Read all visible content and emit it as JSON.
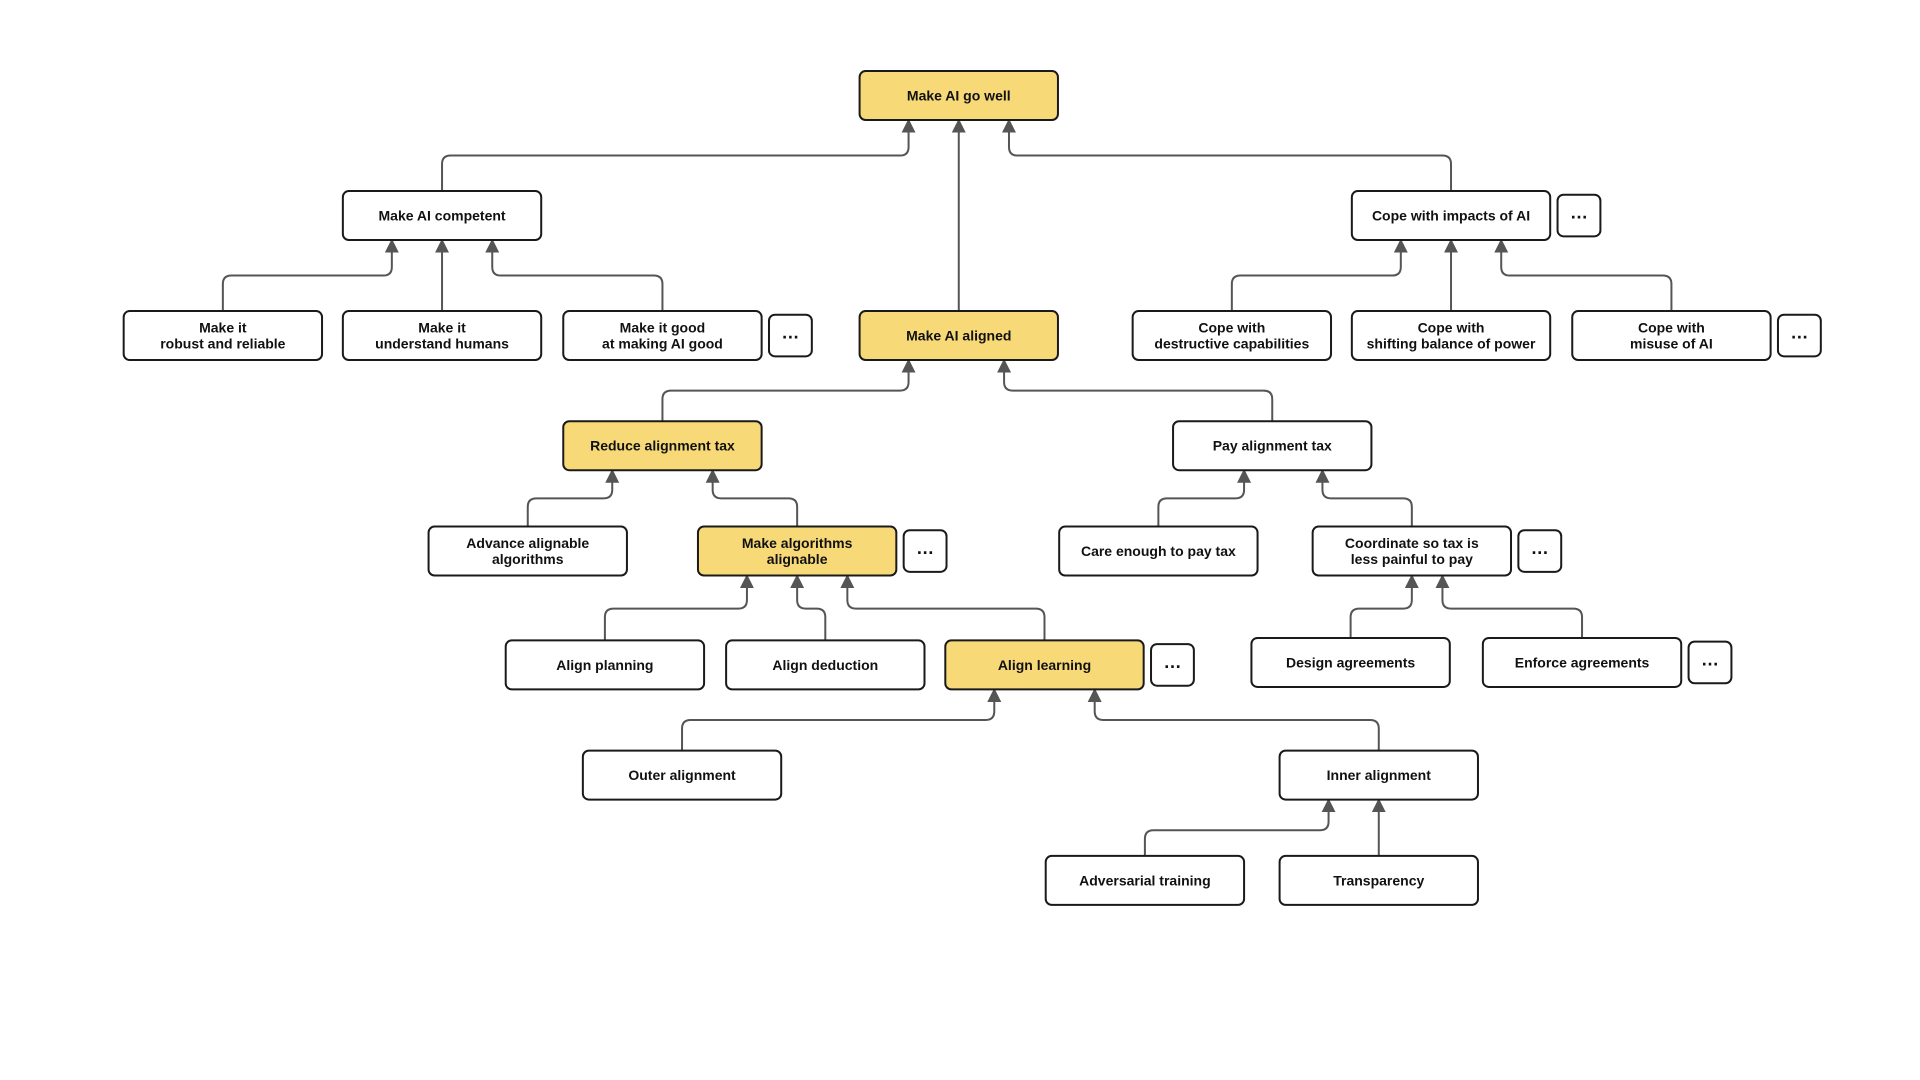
{
  "colors": {
    "highlight": "#f8d978",
    "node": "#ffffff",
    "border": "#1a1a1a",
    "edge": "#555555"
  },
  "more_label": "…",
  "nodes": {
    "root": {
      "lines": [
        "Make AI go well"
      ],
      "highlight": true
    },
    "competent": {
      "lines": [
        "Make AI competent"
      ],
      "highlight": false
    },
    "aligned": {
      "lines": [
        "Make AI aligned"
      ],
      "highlight": true
    },
    "impacts": {
      "lines": [
        "Cope with impacts of AI"
      ],
      "highlight": false,
      "more": true
    },
    "robust": {
      "lines": [
        "Make it",
        "robust and reliable"
      ],
      "highlight": false
    },
    "understand": {
      "lines": [
        "Make it",
        "understand humans"
      ],
      "highlight": false
    },
    "goodat": {
      "lines": [
        "Make it good",
        "at making AI good"
      ],
      "highlight": false,
      "more": true
    },
    "destructive": {
      "lines": [
        "Cope with",
        "destructive capabilities"
      ],
      "highlight": false
    },
    "shifting": {
      "lines": [
        "Cope with",
        "shifting balance of power"
      ],
      "highlight": false
    },
    "misuse": {
      "lines": [
        "Cope with",
        "misuse of AI"
      ],
      "highlight": false,
      "more": true
    },
    "reduce": {
      "lines": [
        "Reduce alignment tax"
      ],
      "highlight": true
    },
    "pay": {
      "lines": [
        "Pay alignment tax"
      ],
      "highlight": false
    },
    "advance": {
      "lines": [
        "Advance alignable",
        "algorithms"
      ],
      "highlight": false
    },
    "makealg": {
      "lines": [
        "Make algorithms",
        "alignable"
      ],
      "highlight": true,
      "more": true
    },
    "care": {
      "lines": [
        "Care enough to pay tax"
      ],
      "highlight": false
    },
    "coordinate": {
      "lines": [
        "Coordinate so tax is",
        "less painful to pay"
      ],
      "highlight": false,
      "more": true
    },
    "planning": {
      "lines": [
        "Align planning"
      ],
      "highlight": false
    },
    "deduction": {
      "lines": [
        "Align deduction"
      ],
      "highlight": false
    },
    "learning": {
      "lines": [
        "Align learning"
      ],
      "highlight": true,
      "more": true
    },
    "design": {
      "lines": [
        "Design agreements"
      ],
      "highlight": false
    },
    "enforce": {
      "lines": [
        "Enforce agreements"
      ],
      "highlight": false,
      "more": true
    },
    "outer": {
      "lines": [
        "Outer alignment"
      ],
      "highlight": false
    },
    "inner": {
      "lines": [
        "Inner alignment"
      ],
      "highlight": false
    },
    "adversarial": {
      "lines": [
        "Adversarial training"
      ],
      "highlight": false
    },
    "transparency": {
      "lines": [
        "Transparency"
      ],
      "highlight": false
    }
  },
  "edges": [
    {
      "from": "competent",
      "to": "root"
    },
    {
      "from": "aligned",
      "to": "root"
    },
    {
      "from": "impacts",
      "to": "root"
    },
    {
      "from": "robust",
      "to": "competent"
    },
    {
      "from": "understand",
      "to": "competent"
    },
    {
      "from": "goodat",
      "to": "competent"
    },
    {
      "from": "destructive",
      "to": "impacts"
    },
    {
      "from": "shifting",
      "to": "impacts"
    },
    {
      "from": "misuse",
      "to": "impacts"
    },
    {
      "from": "reduce",
      "to": "aligned"
    },
    {
      "from": "pay",
      "to": "aligned"
    },
    {
      "from": "advance",
      "to": "reduce"
    },
    {
      "from": "makealg",
      "to": "reduce"
    },
    {
      "from": "care",
      "to": "pay"
    },
    {
      "from": "coordinate",
      "to": "pay"
    },
    {
      "from": "planning",
      "to": "makealg"
    },
    {
      "from": "deduction",
      "to": "makealg"
    },
    {
      "from": "learning",
      "to": "makealg"
    },
    {
      "from": "design",
      "to": "coordinate"
    },
    {
      "from": "enforce",
      "to": "coordinate"
    },
    {
      "from": "outer",
      "to": "learning"
    },
    {
      "from": "inner",
      "to": "learning"
    },
    {
      "from": "adversarial",
      "to": "inner"
    },
    {
      "from": "transparency",
      "to": "inner"
    }
  ]
}
